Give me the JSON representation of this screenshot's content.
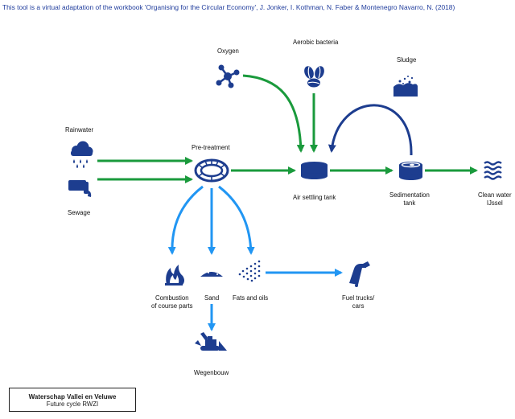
{
  "credit": "This tool is a virtual adaptation of the workbook 'Organising for the Circular Economy', J. Jonker, I. Kothman, N. Faber & Montenegro Navarro, N. (2018)",
  "nodes": {
    "rainwater": "Rainwater",
    "sewage": "Sewage",
    "pretreatment": "Pre-treatment",
    "oxygen": "Oxygen",
    "aerobic_bacteria": "Aerobic bacteria",
    "sludge": "Sludge",
    "air_settling_tank": "Air settling tank",
    "sedimentation_tank_line1": "Sedimentation",
    "sedimentation_tank_line2": "tank",
    "clean_water_line1": "Clean water",
    "clean_water_line2": "IJssel",
    "combustion_line1": "Combustion",
    "combustion_line2": "of course parts",
    "sand": "Sand",
    "fats_and_oils": "Fats and oils",
    "fuel_line1": "Fuel trucks/",
    "fuel_line2": "cars",
    "wegenbouw": "Wegenbouw"
  },
  "footer": {
    "title": "Waterschap Vallei en Veluwe",
    "subtitle": "Future cycle RWZI"
  },
  "colors": {
    "icon": "#1d3d8f",
    "green_arrow": "#1a9a3c",
    "light_blue_arrow": "#2196f3",
    "dark_blue_arrow": "#1d3d8f"
  }
}
